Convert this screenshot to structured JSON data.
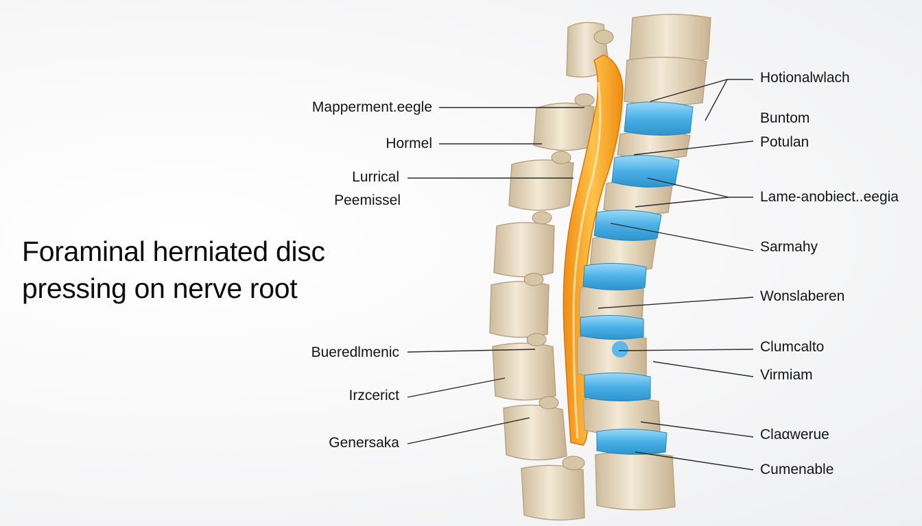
{
  "title": {
    "line1": "Foraminal herniated disc",
    "line2": "pressing on nerve root"
  },
  "labels_left": [
    "Mapperment.eegle",
    "Hormel",
    "Lurrical",
    "Peemissel",
    "Bueredlmenic",
    "Irzcerict",
    "Genersaka"
  ],
  "labels_right": [
    "Hotionalwlach",
    "Buntom",
    "Potulan",
    "Lame-anobiect..eegia",
    "Sarmahy",
    "Wonslaberen",
    "Clumcalto",
    "Virmiam",
    "Claαwerue",
    "Cumenable"
  ],
  "colors": {
    "bone": "#e9dcc4",
    "disc": "#5cb8e8",
    "nerve": "#f4a62a",
    "leader_line": "#2a2a2a"
  }
}
